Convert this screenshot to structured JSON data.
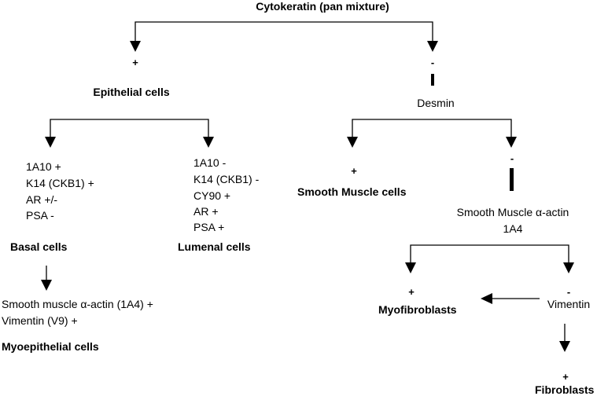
{
  "nodes": {
    "root": "Cytokeratin  (pan mixture)",
    "epi_sign": "+",
    "epithelial": "Epithelial cells",
    "right_sign": "-",
    "desmin": "Desmin",
    "basal_markers": [
      "1A10 +",
      "K14 (CKB1) +",
      "AR +/-",
      "PSA -"
    ],
    "basal": "Basal cells",
    "lumenal_markers": [
      "1A10 -",
      "K14 (CKB1) -",
      "CY90 +",
      "AR +",
      "PSA +"
    ],
    "lumenal": "Lumenal cells",
    "myoepi_markers": [
      "Smooth muscle α-actin (1A4) +",
      "Vimentin (V9) +"
    ],
    "myoepithelial": "Myoepithelial cells",
    "smooth_sign": "+",
    "smooth_muscle": "Smooth Muscle cells",
    "sma_sign": "-",
    "sma_line1": "Smooth Muscle α-actin",
    "sma_line2": "1A4",
    "myo_sign": "+",
    "myofibroblasts": "Myofibroblasts",
    "vim_sign": "-",
    "vimentin": "Vimentin",
    "fib_sign": "+",
    "fibroblasts": "Fibroblasts"
  }
}
